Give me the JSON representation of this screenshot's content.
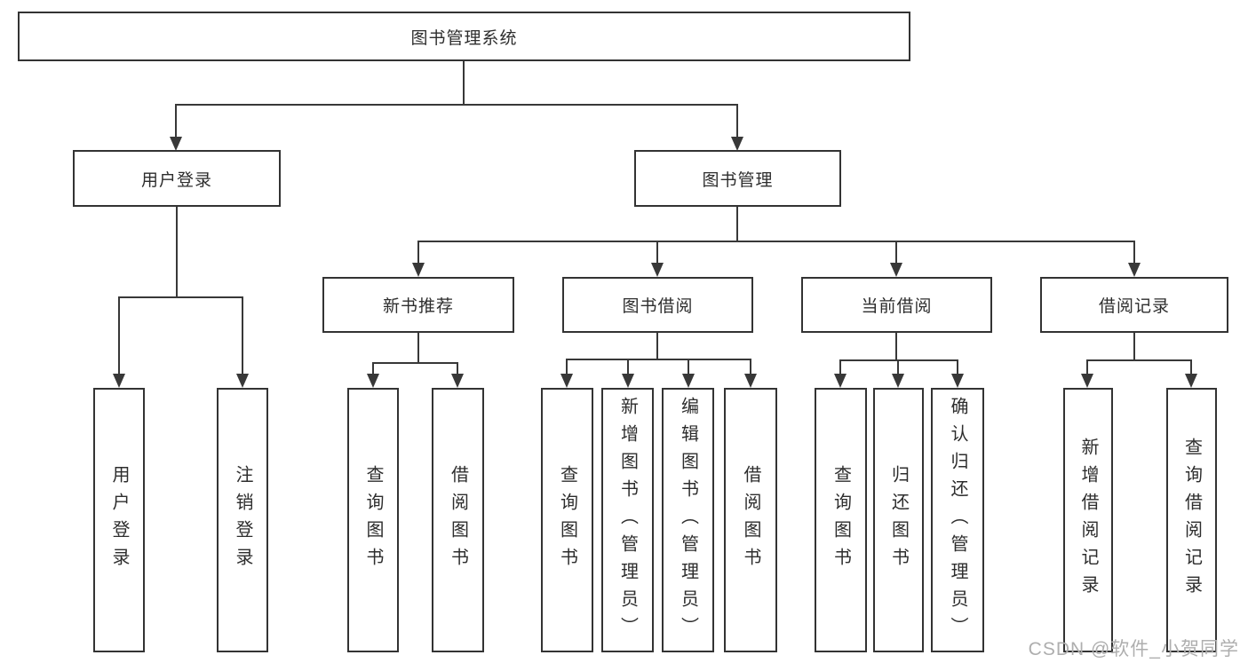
{
  "diagram": {
    "root": {
      "label": "图书管理系统"
    },
    "branches": [
      {
        "label": "用户登录",
        "children": [
          {
            "label": "用户登录"
          },
          {
            "label": "注销登录"
          }
        ]
      },
      {
        "label": "图书管理",
        "children": [
          {
            "label": "新书推荐",
            "children": [
              {
                "label": "查询图书"
              },
              {
                "label": "借阅图书"
              }
            ]
          },
          {
            "label": "图书借阅",
            "children": [
              {
                "label": "查询图书"
              },
              {
                "label": "新增图书（管理员）"
              },
              {
                "label": "编辑图书（管理员）"
              },
              {
                "label": "借阅图书"
              }
            ]
          },
          {
            "label": "当前借阅",
            "children": [
              {
                "label": "查询图书"
              },
              {
                "label": "归还图书"
              },
              {
                "label": "确认归还（管理员）"
              }
            ]
          },
          {
            "label": "借阅记录",
            "children": [
              {
                "label": "新增借阅记录"
              },
              {
                "label": "查询借阅记录"
              }
            ]
          }
        ]
      }
    ],
    "colors": {
      "line": "#383838",
      "box_border": "#333333",
      "box_background": "#ffffff",
      "text": "#2d2d2d",
      "watermark": "#aeaeae"
    }
  },
  "watermark": {
    "text": "CSDN @软件_小贺同学"
  }
}
